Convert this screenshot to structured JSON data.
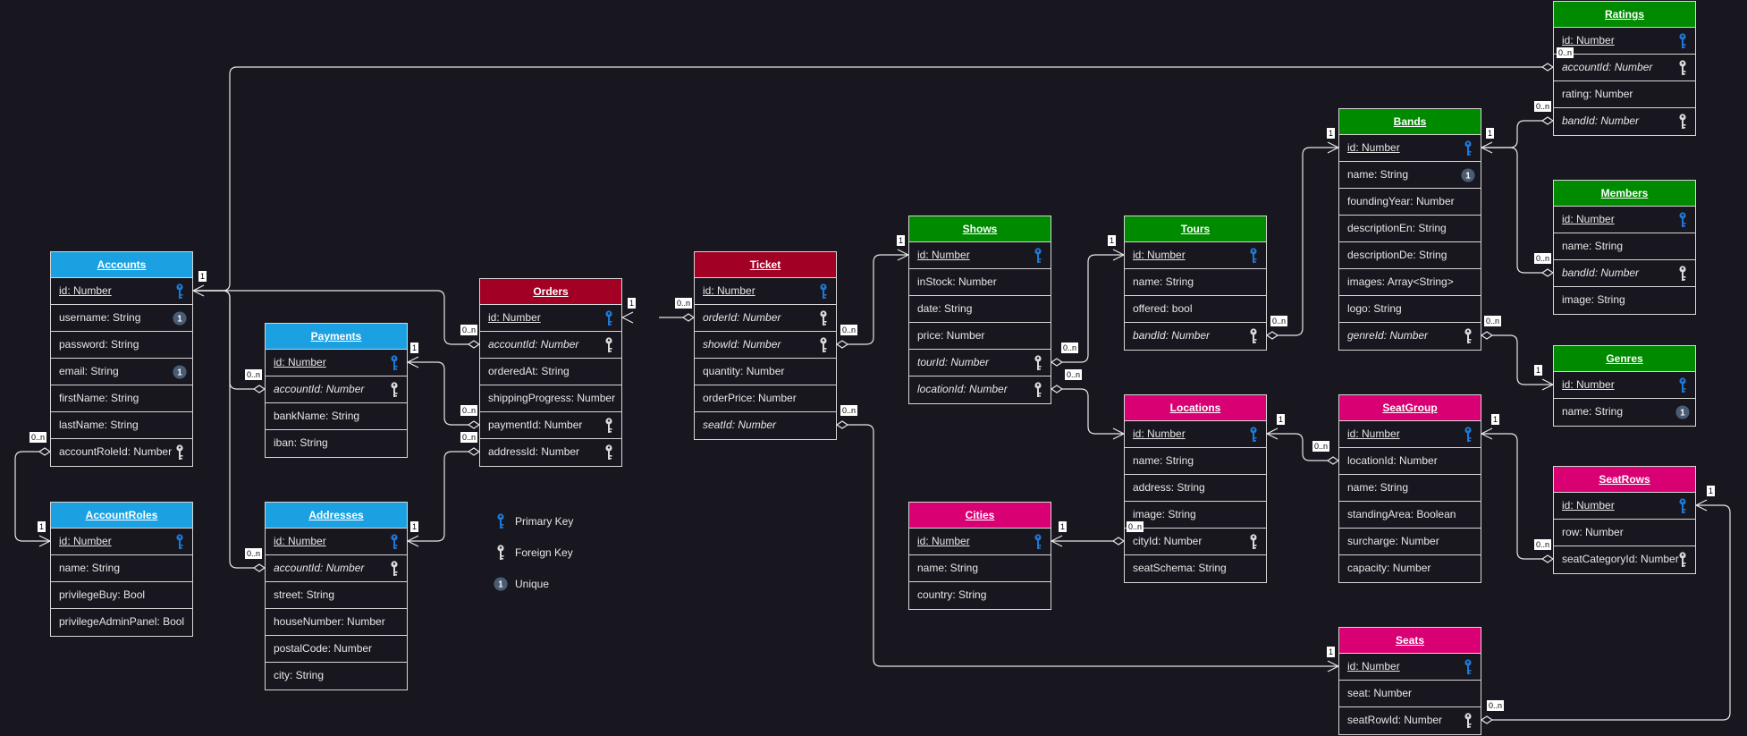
{
  "legend": {
    "primary_key": "Primary Key",
    "foreign_key": "Foreign Key",
    "unique": "Unique"
  },
  "colors": {
    "blue": "#1ba1e2",
    "red": "#a20025",
    "green": "#008a00",
    "pink": "#d80073",
    "line": "#e6e6e6",
    "pk_icon": "#1e78d6",
    "fk_icon": "#d9d9d9",
    "unique_badge": "#4a5c74"
  },
  "entities": {
    "accounts": {
      "title": "Accounts",
      "rows": [
        "id: Number",
        "username: String",
        "password: String",
        "email: String",
        "firstName: String",
        "lastName: String",
        "accountRoleId: Number"
      ]
    },
    "accountroles": {
      "title": "AccountRoles",
      "rows": [
        "id: Number",
        "name: String",
        "privilegeBuy: Bool",
        "privilegeAdminPanel: Bool"
      ]
    },
    "payments": {
      "title": "Payments",
      "rows": [
        "id: Number",
        "accountId: Number",
        "bankName: String",
        "iban: String"
      ]
    },
    "addresses": {
      "title": "Addresses",
      "rows": [
        "id: Number",
        "accountId: Number",
        "street: String",
        "houseNumber: Number",
        "postalCode: Number",
        "city: String"
      ]
    },
    "orders": {
      "title": "Orders",
      "rows": [
        "id: Number",
        "accountId: Number",
        "orderedAt: String",
        "shippingProgress: Number",
        "paymentId: Number",
        "addressId: Number"
      ]
    },
    "ticket": {
      "title": "Ticket",
      "rows": [
        "id: Number",
        "orderId: Number",
        "showId: Number",
        "quantity: Number",
        "orderPrice: Number",
        "seatId: Number"
      ]
    },
    "shows": {
      "title": "Shows",
      "rows": [
        "id: Number",
        "inStock: Number",
        "date: String",
        "price: Number",
        "tourId: Number",
        "locationId: Number"
      ]
    },
    "cities": {
      "title": "Cities",
      "rows": [
        "id: Number",
        "name: String",
        "country: String"
      ]
    },
    "tours": {
      "title": "Tours",
      "rows": [
        "id: Number",
        "name: String",
        "offered: bool",
        "bandId: Number"
      ]
    },
    "locations": {
      "title": "Locations",
      "rows": [
        "id: Number",
        "name: String",
        "address: String",
        "image: String",
        "cityId: Number",
        "seatSchema: String"
      ]
    },
    "bands": {
      "title": "Bands",
      "rows": [
        "id: Number",
        "name: String",
        "foundingYear: Number",
        "descriptionEn: String",
        "descriptionDe: String",
        "images: Array<String>",
        "logo: String",
        "genreId: Number"
      ]
    },
    "seatgroup": {
      "title": "SeatGroup",
      "rows": [
        "id: Number",
        "locationId: Number",
        "name: String",
        "standingArea: Boolean",
        "surcharge: Number",
        "capacity: Number"
      ]
    },
    "seats": {
      "title": "Seats",
      "rows": [
        "id: Number",
        "seat: Number",
        "seatRowId: Number"
      ]
    },
    "ratings": {
      "title": "Ratings",
      "rows": [
        "id: Number",
        "accountId: Number",
        "rating: Number",
        "bandId: Number"
      ]
    },
    "members": {
      "title": "Members",
      "rows": [
        "id: Number",
        "name: String",
        "bandId: Number",
        "image: String"
      ]
    },
    "genres": {
      "title": "Genres",
      "rows": [
        "id: Number",
        "name: String"
      ]
    },
    "seatrows": {
      "title": "SeatRows",
      "rows": [
        "id: Number",
        "row: Number",
        "seatCategoryId: Number"
      ]
    }
  },
  "relation_labels": {
    "one": "1",
    "many": "0..n"
  }
}
